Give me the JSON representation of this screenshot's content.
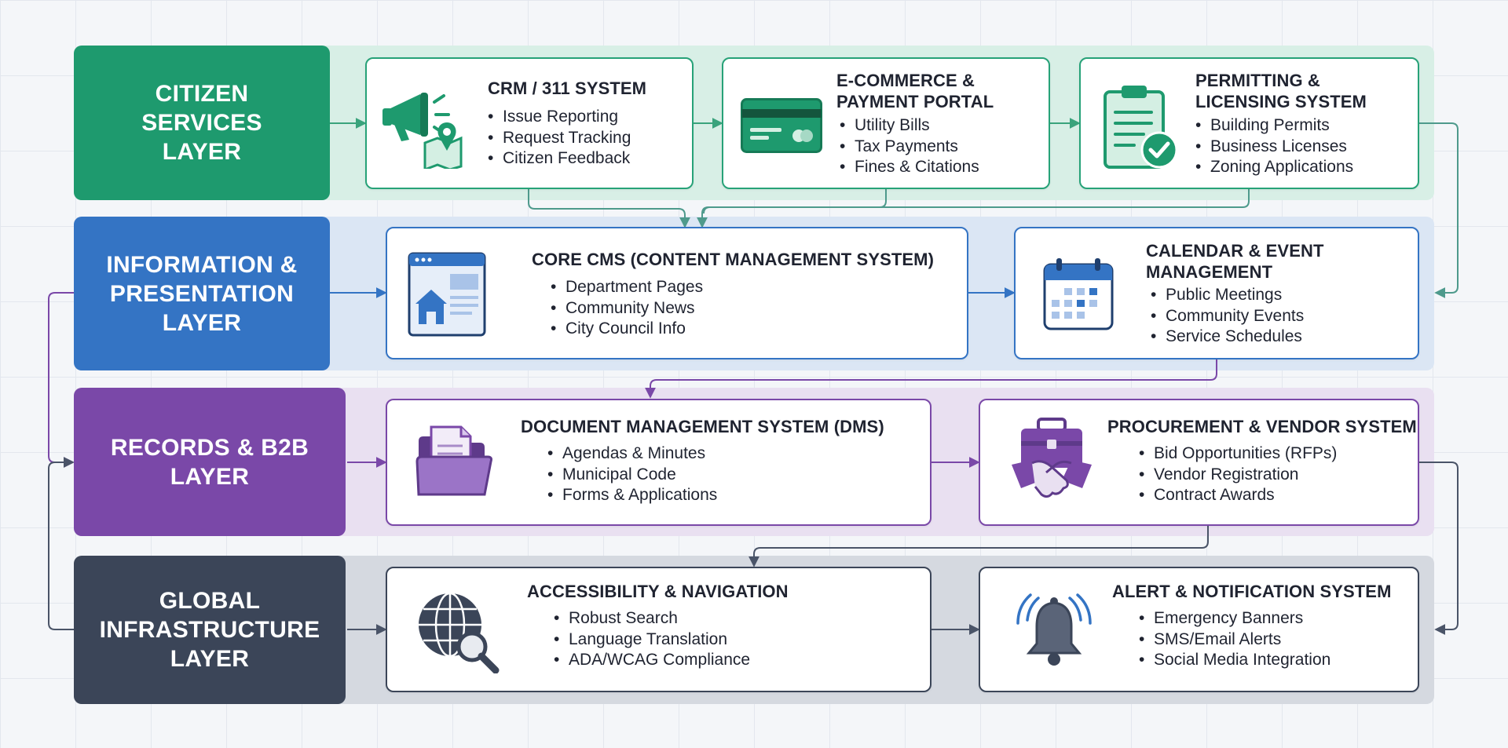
{
  "layers": {
    "citizen": {
      "label": "CITIZEN\nSERVICES\nLAYER",
      "color": "#1e9a6e",
      "band": "#d8efe6",
      "border": "#1e9a6e",
      "cards": [
        {
          "title": "CRM / 311 SYSTEM",
          "icon": "megaphone-map-icon",
          "items": [
            "Issue Reporting",
            "Request Tracking",
            "Citizen Feedback"
          ]
        },
        {
          "title": "E-COMMERCE &\nPAYMENT PORTAL",
          "icon": "credit-card-icon",
          "items": [
            "Utility Bills",
            "Tax Payments",
            "Fines & Citations"
          ]
        },
        {
          "title": "PERMITTING &\nLICENSING SYSTEM",
          "icon": "clipboard-check-icon",
          "items": [
            "Building Permits",
            "Business Licenses",
            "Zoning Applications"
          ]
        }
      ]
    },
    "information": {
      "label": "INFORMATION &\nPRESENTATION\nLAYER",
      "color": "#3474c4",
      "band": "#dbe6f4",
      "border": "#3474c4",
      "cards": [
        {
          "title": "CORE CMS (CONTENT MANAGEMENT SYSTEM)",
          "icon": "browser-home-icon",
          "items": [
            "Department Pages",
            "Community News",
            "City Council Info"
          ]
        },
        {
          "title": "CALENDAR & EVENT\nMANAGEMENT",
          "icon": "calendar-icon",
          "items": [
            "Public Meetings",
            "Community Events",
            "Service Schedules"
          ]
        }
      ]
    },
    "records": {
      "label": "RECORDS & B2B\nLAYER",
      "color": "#7a48a8",
      "band": "#e9e0f1",
      "border": "#7a48a8",
      "cards": [
        {
          "title": "DOCUMENT MANAGEMENT SYSTEM (DMS)",
          "icon": "folder-document-icon",
          "items": [
            "Agendas & Minutes",
            "Municipal Code",
            "Forms & Applications"
          ]
        },
        {
          "title": "PROCUREMENT & VENDOR SYSTEM",
          "icon": "briefcase-handshake-icon",
          "items": [
            "Bid Opportunities (RFPs)",
            "Vendor Registration",
            "Contract Awards"
          ]
        }
      ]
    },
    "infrastructure": {
      "label": "GLOBAL\nINFRASTRUCTURE\nLAYER",
      "color": "#3b4558",
      "band": "#d5d9e0",
      "border": "#3b4558",
      "cards": [
        {
          "title": "ACCESSIBILITY & NAVIGATION",
          "icon": "globe-search-icon",
          "items": [
            "Robust Search",
            "Language Translation",
            "ADA/WCAG Compliance"
          ]
        },
        {
          "title": "ALERT & NOTIFICATION SYSTEM",
          "icon": "bell-alert-icon",
          "items": [
            "Emergency Banners",
            "SMS/Email Alerts",
            "Social Media Integration"
          ]
        }
      ]
    }
  }
}
